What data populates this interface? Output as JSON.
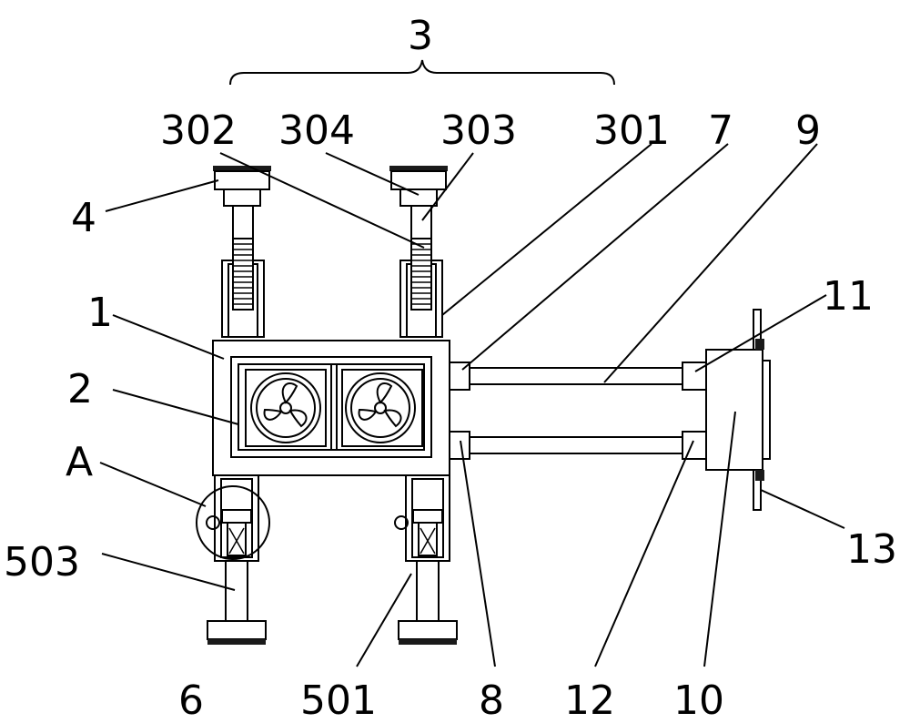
{
  "labels": {
    "l3": "3",
    "l302": "302",
    "l304": "304",
    "l303": "303",
    "l301": "301",
    "l7": "7",
    "l9": "9",
    "l4": "4",
    "l1": "1",
    "l2": "2",
    "lA": "A",
    "l503": "503",
    "l6": "6",
    "l501": "501",
    "l8": "8",
    "l12": "12",
    "l10": "10",
    "l11": "11",
    "l13": "13"
  }
}
